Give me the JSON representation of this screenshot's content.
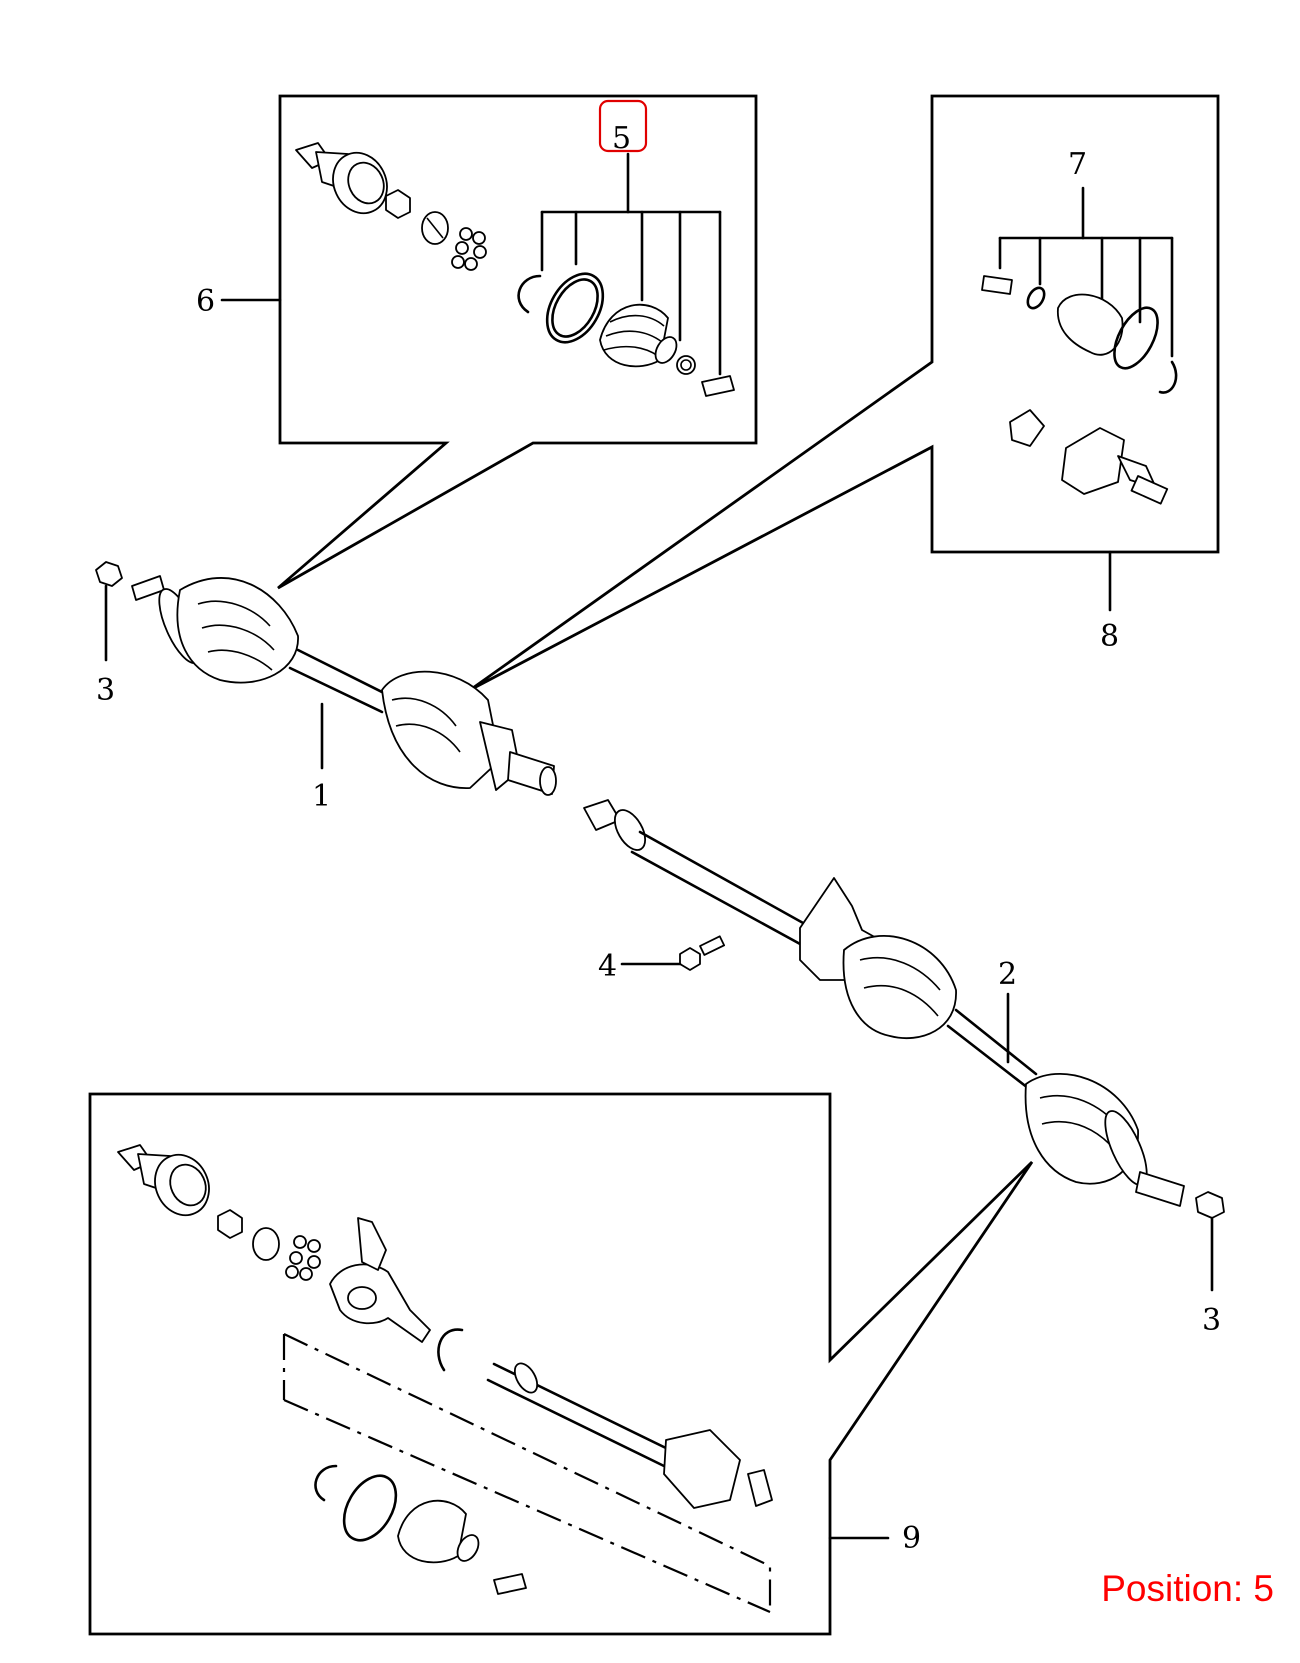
{
  "callouts": {
    "c1": "1",
    "c2": "2",
    "c3_left": "3",
    "c3_right": "3",
    "c4": "4",
    "c5": "5",
    "c6": "6",
    "c7": "7",
    "c8": "8",
    "c9": "9"
  },
  "position_label": "Position: 5",
  "colors": {
    "highlight": "#e00000",
    "position_text": "#ff0000",
    "line": "#000000"
  }
}
